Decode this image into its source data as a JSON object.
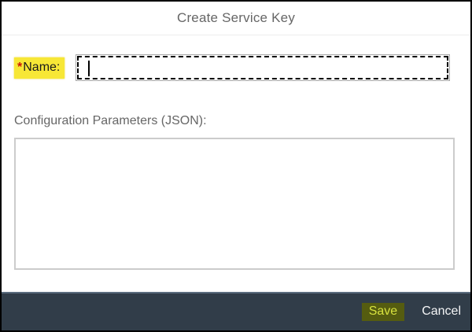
{
  "dialog": {
    "title": "Create Service Key",
    "name_field": {
      "required_marker": "*",
      "label": "Name:",
      "value": "",
      "placeholder": ""
    },
    "config_params": {
      "label": "Configuration Parameters (JSON):",
      "value": ""
    },
    "footer": {
      "save_label": "Save",
      "cancel_label": "Cancel"
    },
    "colors": {
      "footer_background": "#313d49",
      "footer_top_line": "#5b6c7e",
      "save_highlight_background": "#555c10",
      "save_text": "#d7e23e",
      "cancel_text": "#f4f5f6",
      "name_label_highlight": "#f7e736",
      "required_marker": "#cc1504",
      "title_text": "#666666",
      "textarea_border": "#cccccc",
      "focus_border": "#000000"
    }
  }
}
